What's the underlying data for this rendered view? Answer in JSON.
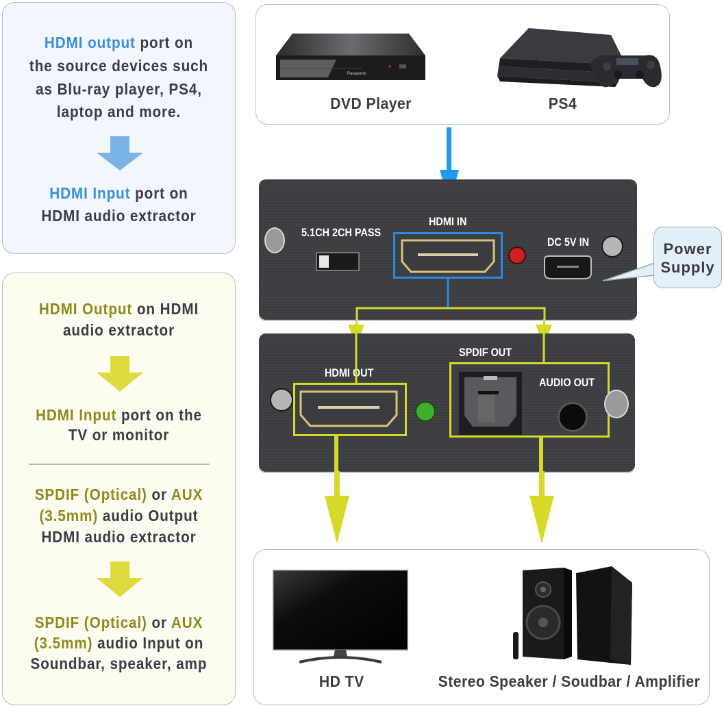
{
  "colors": {
    "blue_accent": "#3a8edb",
    "olive_accent": "#8e8a1c",
    "yellow_arrow": "#d6d82a",
    "blue_arrow": "#1e9bf0",
    "text_dark": "#3a3d42"
  },
  "left_panel": {
    "source_card": {
      "step1": {
        "highlight": "HDMI output",
        "rest_line1": " port on",
        "line2": "the source devices such",
        "line3": "as Blu-ray player, PS4,",
        "line4": "laptop and more."
      },
      "arrow_icon": "arrow-down-icon",
      "step2": {
        "highlight": "HDMI Input",
        "rest_line1": " port on",
        "line2": "HDMI audio extractor"
      }
    },
    "output_card": {
      "video_from": {
        "highlight": "HDMI Output",
        "rest_line1": " on HDMI",
        "line2": "audio extractor"
      },
      "video_to": {
        "highlight": "HDMI Input",
        "rest_line1": " port on the",
        "line2": "TV or monitor"
      },
      "audio_from": {
        "hl1": "SPDIF (Optical)",
        "mid1": " or ",
        "hl2": "AUX",
        "hl3": "(3.5mm)",
        "rest_line2": " audio Output",
        "line3": "HDMI audio extractor"
      },
      "audio_to": {
        "hl1": "SPDIF (Optical)",
        "mid1": " or ",
        "hl2": "AUX",
        "hl3": "(3.5mm)",
        "rest_line2": " audio Input on",
        "line3": "Soundbar, speaker, amp"
      }
    }
  },
  "sources": {
    "items": [
      {
        "label": "DVD Player",
        "icon": "blu-ray-player-icon",
        "brand": "Panasonic"
      },
      {
        "label": "PS4",
        "icon": "ps4-console-icon"
      }
    ]
  },
  "extractor_input_panel": {
    "switch_label": "5.1CH  2CH PASS",
    "hdmi_in_label": "HDMI IN",
    "dc_label": "DC 5V IN",
    "power_callout": {
      "line1": "Power",
      "line2": "Supply"
    }
  },
  "extractor_output_panel": {
    "hdmi_out_label": "HDMI OUT",
    "spdif_label": "SPDIF OUT",
    "audio_out_label": "AUDIO OUT"
  },
  "destinations": {
    "items": [
      {
        "label": "HD TV",
        "icon": "tv-icon"
      },
      {
        "label": "Stereo Speaker / Soudbar / Amplifier",
        "icon": "speaker-icon"
      }
    ]
  }
}
